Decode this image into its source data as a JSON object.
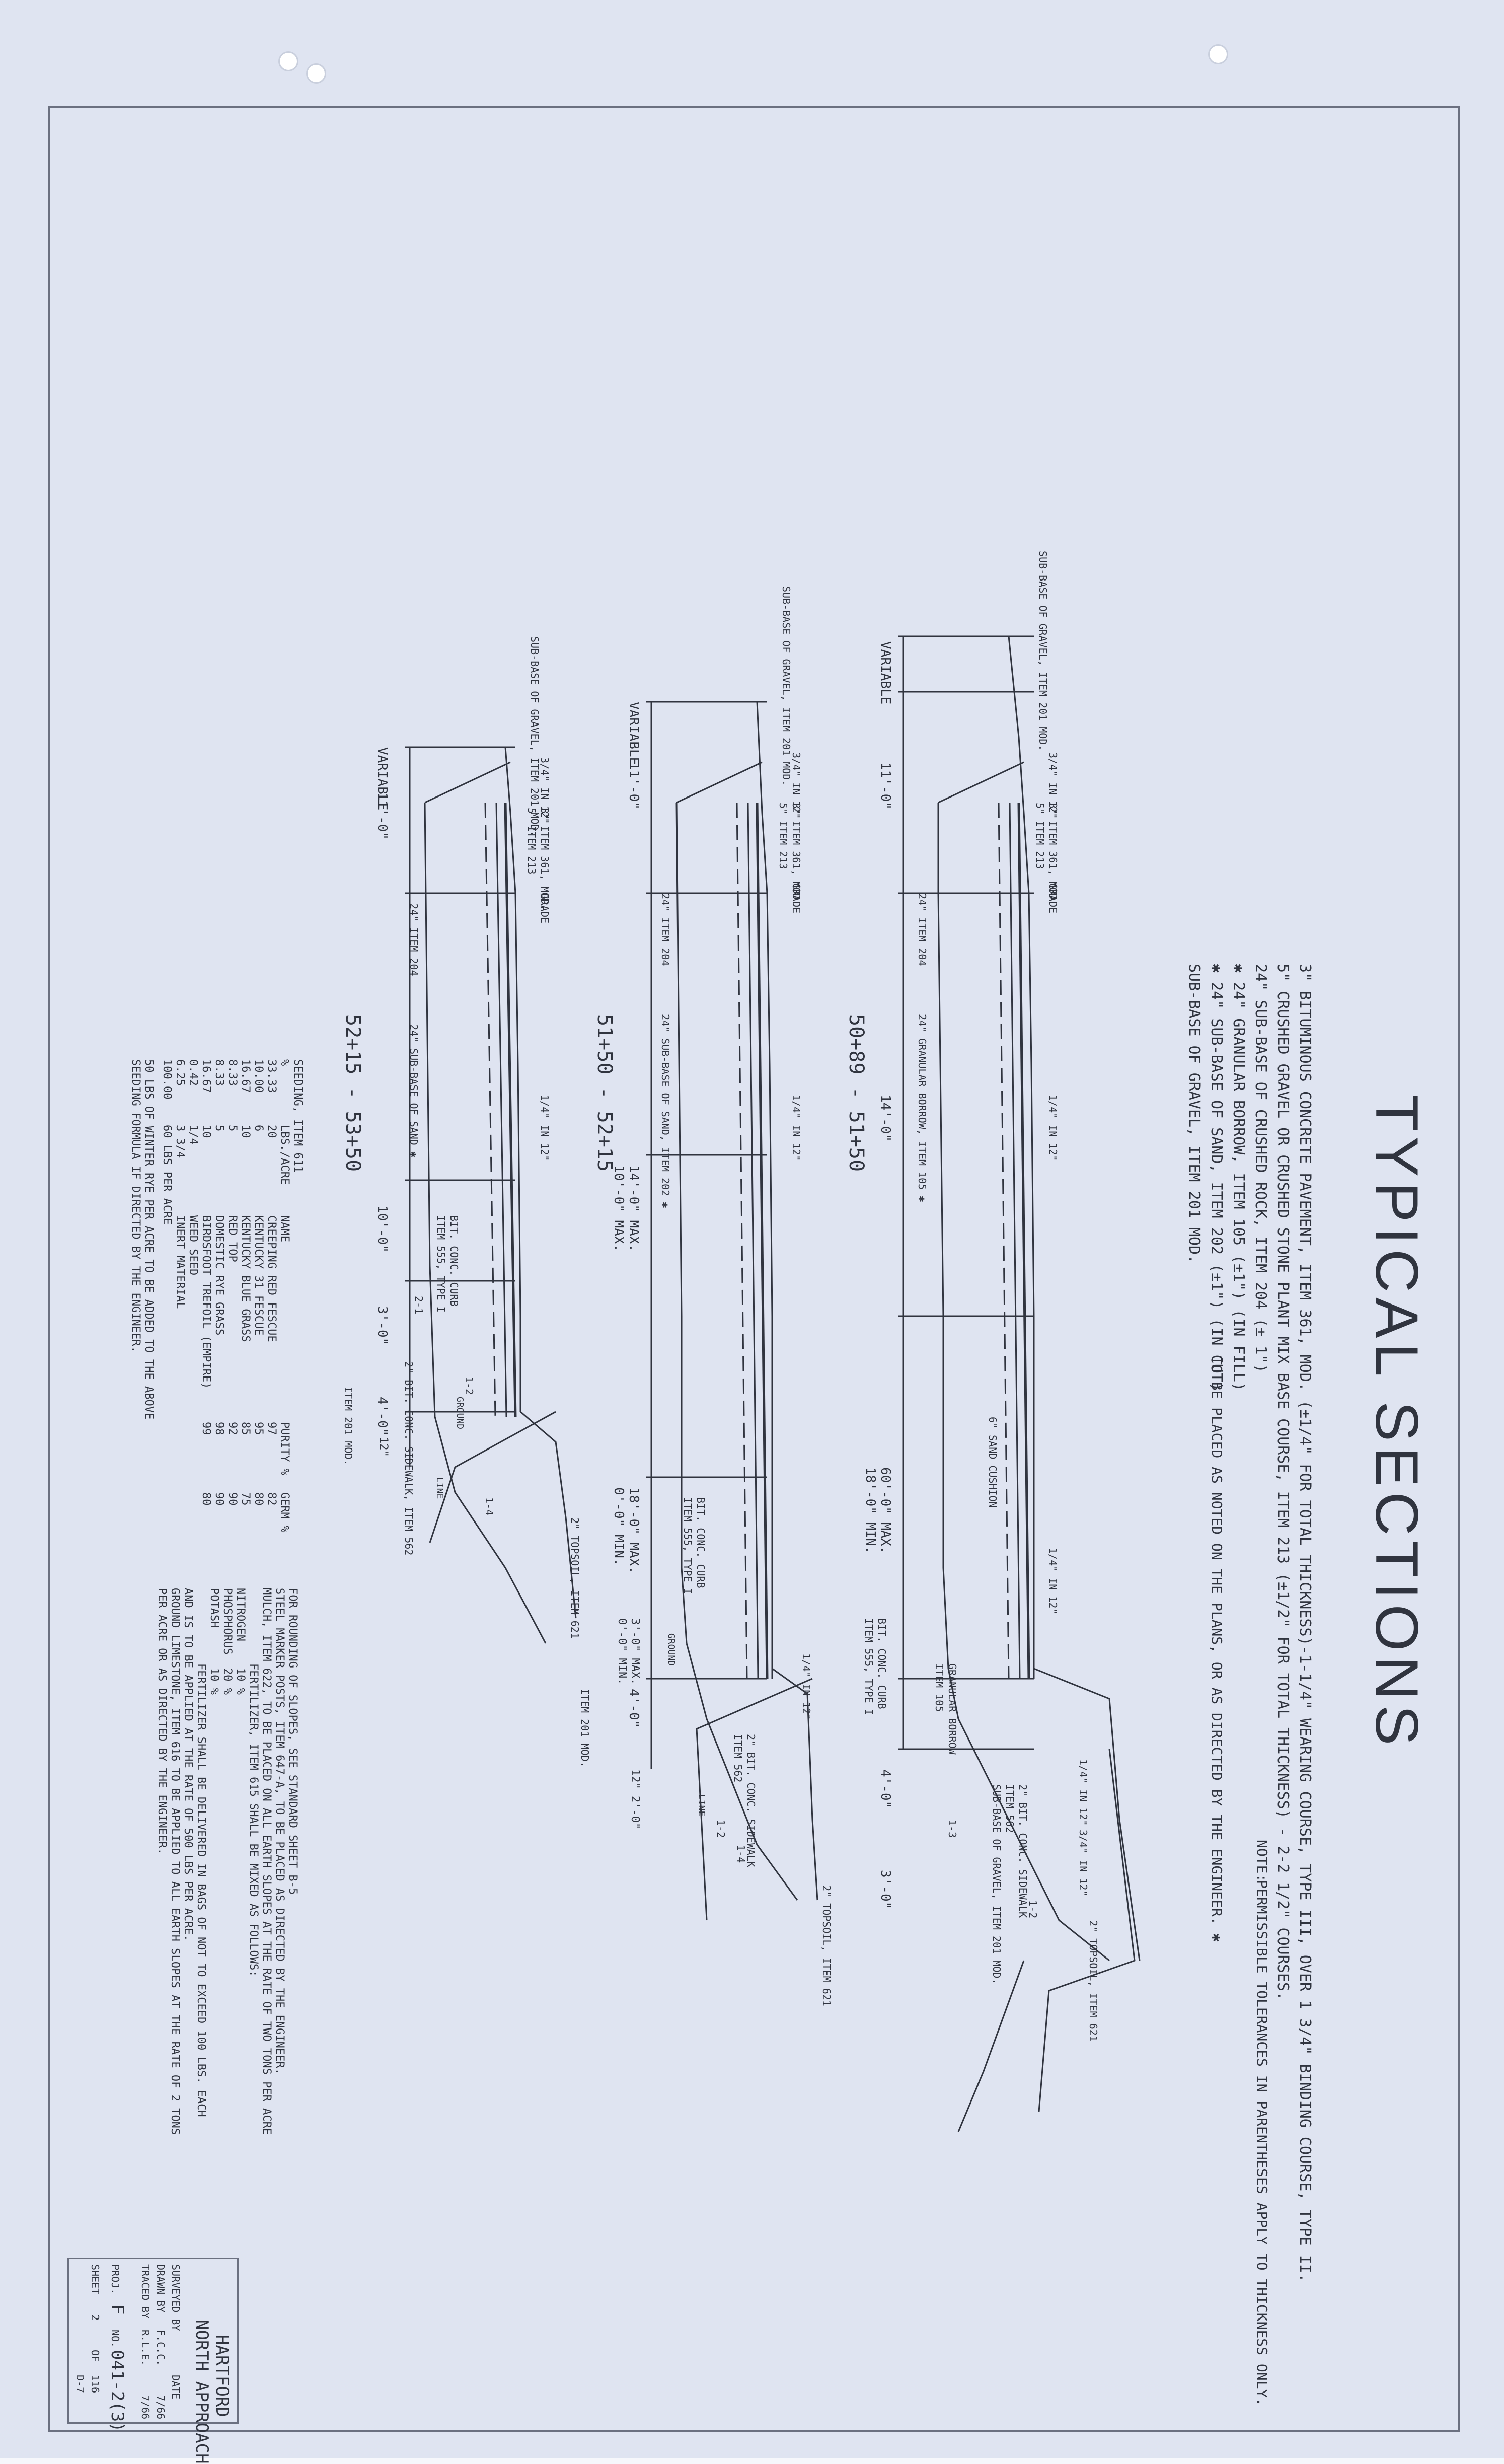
{
  "title": "TYPICAL SECTIONS",
  "legend": [
    "3\" BITUMINOUS CONCRETE PAVEMENT, ITEM 361, MOD. (±1/4\" FOR TOTAL THICKNESS)-1-1/4\" WEARING COURSE, TYPE III, OVER 1 3/4\" BINDING COURSE, TYPE II.",
    "5\" CRUSHED GRAVEL OR CRUSHED STONE PLANT MIX BASE COURSE, ITEM 213 (±1/2\" FOR TOTAL THICKNESS) - 2-2 1/2\" COURSES.",
    "24\" SUB-BASE OF CRUSHED ROCK, ITEM 204 (± 1\")",
    "✱ 24\" GRANULAR BORROW, ITEM 105 (±1\") (IN FILL)",
    "✱ 24\" SUB-BASE OF SAND, ITEM 202 (±1\") (IN CUT)",
    "SUB-BASE OF GRAVEL, ITEM 201 MOD."
  ],
  "legend_bracket_note": "TO BE PLACED AS NOTED ON THE PLANS, OR AS DIRECTED BY THE ENGINEER. ✱",
  "note_label": "NOTE:",
  "note_text": "PERMISSIBLE TOLERANCES IN PARENTHESES APPLY TO THICKNESS ONLY.",
  "sections": [
    {
      "station": "50+89 - 51+50",
      "labels": [
        "VARIABLE",
        "SUB-BASE OF GRAVEL, ITEM 201 MOD.",
        "3/4\" IN 12\"",
        "3\" ITEM 361, MOD.",
        "5\" ITEM 213",
        "11'-0\"",
        "GRADE",
        "24\" ITEM 204",
        "24\" GRANULAR BORROW, ITEM 105 ✱",
        "1/4\" IN 12\"",
        "14'-0\"",
        "6\" SAND CUSHION",
        "60'-0\" MAX.",
        "18'-0\" MIN.",
        "1/4\" IN 12\"",
        "BIT. CONC. CURB",
        "ITEM 555, TYPE I",
        "GRANULAR BORROW",
        "ITEM 105",
        "1/4\" IN 12\"",
        "4'-0\"",
        "2\" BIT. CONC. SIDEWALK",
        "ITEM 562",
        "SUB-BASE OF GRAVEL, ITEM 201 MOD.",
        "3/4\" IN 12\"",
        "3'-0\"",
        "2\" TOPSOIL, ITEM 621",
        "1-3",
        "1-2"
      ]
    },
    {
      "station": "51+50 - 52+15",
      "labels": [
        "VARIABLE",
        "SUB-BASE OF GRAVEL, ITEM 201 MOD.",
        "3/4\" IN 12\"",
        "3\" ITEM 361, MOD.",
        "5\" ITEM 213",
        "11'-0\"",
        "GRADE",
        "24\" ITEM 204",
        "24\" SUB-BASE OF SAND, ITEM 202 ✱",
        "1/4\" IN 12\"",
        "14'-0\" MAX.",
        "10'-0\" MAX.",
        "18'-0\" MAX.",
        "0'-0\" MIN.",
        "BIT. CONC. CURB",
        "ITEM 555, TYPE I",
        "3'-0\" MAX.",
        "0'-0\" MIN.",
        "GROUND",
        "1/4\" IN 12\"",
        "4'-0\"",
        "12\" 2'-0\"",
        "ITEM 201 MOD.",
        "2\" BIT. CONC. SIDEWALK",
        "ITEM 562",
        "LINE",
        "1-2",
        "1-4",
        "2\" TOPSOIL, ITEM 621"
      ]
    },
    {
      "station": "52+15 - 53+50",
      "labels": [
        "VARIABLE",
        "SUB-BASE OF GRAVEL, ITEM 201 MOD.",
        "3/4\" IN 12\"",
        "3\" ITEM 361, MOD.",
        "5\" ITEM 213",
        "11'-0\"",
        "GRADE",
        "24\" ITEM 204",
        "24\" SUB-BASE OF SAND ✱",
        "1/4\" IN 12\"",
        "10'-0\"",
        "BIT. CONC. CURB",
        "ITEM 555, TYPE I",
        "3'-0\"",
        "4'-0\"",
        "12\"",
        "2\" BIT. CONC. SIDEWALK, ITEM 562",
        "ITEM 201 MOD.",
        "GROUND",
        "LINE",
        "2-1",
        "1-2",
        "1-4",
        "2\" TOPSOIL, ITEM 621"
      ]
    }
  ],
  "seeding": {
    "header": [
      "SEEDING, ITEM 611",
      "%",
      "LBS./ACRE",
      "NAME",
      "PURITY %",
      "GERM %"
    ],
    "rows": [
      [
        "33.33",
        "20",
        "CREEPING RED FESCUE",
        "97",
        "82"
      ],
      [
        "10.00",
        "6",
        "KENTUCKY 31 FESCUE",
        "95",
        "80"
      ],
      [
        "16.67",
        "10",
        "KENTUCKY BLUE GRASS",
        "85",
        "75"
      ],
      [
        "8.33",
        "5",
        "RED TOP",
        "92",
        "90"
      ],
      [
        "8.33",
        "5",
        "DOMESTIC RYE GRASS",
        "98",
        "90"
      ],
      [
        "16.67",
        "10",
        "BIRDSFOOT TREFOIL (EMPIRE)",
        "99",
        "80"
      ],
      [
        "0.42",
        "1/4",
        "WEED SEED",
        "",
        ""
      ],
      [
        "6.25",
        "3 3/4",
        "INERT MATERIAL",
        "",
        ""
      ],
      [
        "100.00",
        "60 LBS PER ACRE",
        "",
        "",
        ""
      ]
    ],
    "footnote_1": "50 LBS OF WINTER RYE PER ACRE TO BE ADDED TO THE ABOVE",
    "footnote_2": "SEEDING FORMULA IF DIRECTED BY THE ENGINEER."
  },
  "general_notes": [
    "FOR ROUNDING OF SLOPES, SEE STANDARD SHEET B-5",
    "STEEL MARKER POSTS, ITEM 647-A, TO BE PLACED AS DIRECTED BY THE ENGINEER.",
    "MULCH, ITEM 622, TO BE PLACED ON ALL EARTH SLOPES AT THE RATE OF TWO TONS PER ACRE",
    "FERTILIZER, ITEM 615 SHALL BE MIXED AS FOLLOWS:",
    "NITROGEN    10 %",
    "PHOSPHORUS  20 %",
    "POTASH      10 %",
    "FERTILIZER SHALL BE DELIVERED IN BAGS OF NOT TO EXCEED 100 LBS. EACH",
    "AND IS TO BE APPLIED AT THE RATE OF 500 LBS PER ACRE.",
    "GROUND LIMESTONE, ITEM 616 TO BE APPLIED TO ALL EARTH SLOPES AT THE RATE OF 2 TONS",
    "PER ACRE OR AS DIRECTED BY THE ENGINEER."
  ],
  "title_block": {
    "city": "HARTFORD",
    "project": "NORTH APPROACH",
    "surveyed_by": "SURVEYED BY",
    "drawn_by": "DRAWN BY",
    "drawn_initials": "F.C.C.",
    "drawn_date": "7/66",
    "traced_by": "TRACED BY",
    "traced_initials": "R.L.E.",
    "traced_date": "7/66",
    "date_label": "DATE",
    "proj_label": "PROJ.",
    "proj_letter": "F",
    "proj_no_label": "NO.",
    "proj_no": "041-2(3)",
    "sheet_label": "SHEET",
    "sheet_no": "2",
    "of_label": "OF",
    "sheet_total": "116",
    "code": "D-7"
  },
  "colors": {
    "paper": "#dfe4f1",
    "ink": "#30343f",
    "frame": "#6b7080"
  }
}
